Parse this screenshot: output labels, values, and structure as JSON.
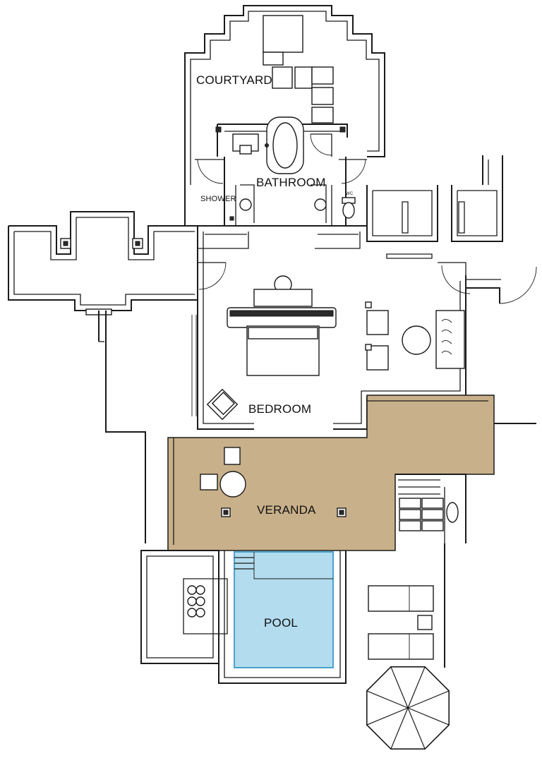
{
  "colors": {
    "background": "#ffffff",
    "line": "#1a1a1a",
    "veranda_fill": "#c8b08a",
    "pool_fill": "#b3dcee",
    "pool_stroke": "#4aa3cf"
  },
  "rooms": {
    "courtyard": "COURTYARD",
    "bathroom": "BATHROOM",
    "shower": "SHOWER",
    "wc": "WC",
    "bedroom": "BEDROOM",
    "veranda": "VERANDA",
    "pool": "POOL"
  },
  "icons": {
    "umbrella": "parasol-icon",
    "bathtub": "bathtub-icon",
    "toilet": "toilet-icon",
    "bed": "bed-icon"
  }
}
